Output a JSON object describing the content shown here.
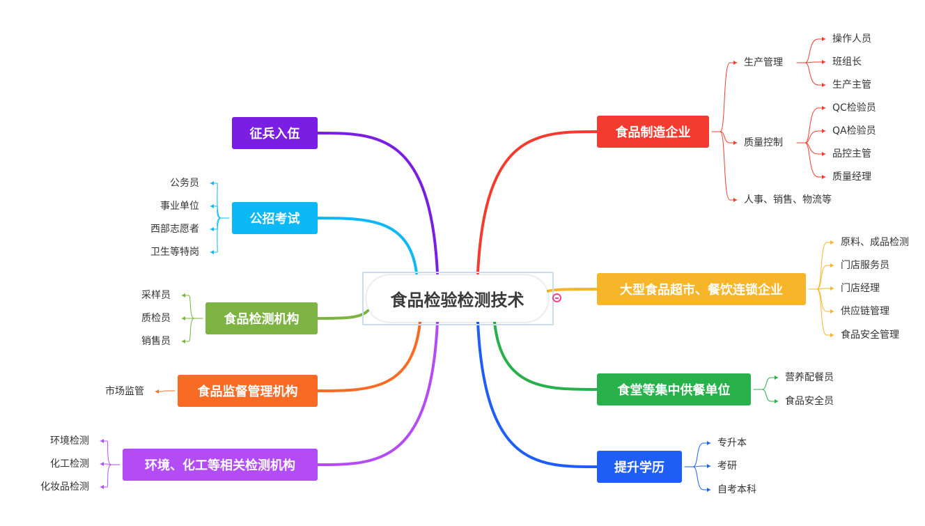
{
  "center": {
    "label": "食品检验检测技术",
    "collapse_icon": "minus-circle-icon"
  },
  "branches": [
    {
      "label": "食品制造企业",
      "color": "#f33b2f",
      "children": [
        {
          "label": "生产管理",
          "children": [
            {
              "label": "操作人员"
            },
            {
              "label": "班组长"
            },
            {
              "label": "生产主管"
            }
          ]
        },
        {
          "label": "质量控制",
          "children": [
            {
              "label": "QC检验员"
            },
            {
              "label": "QA检验员"
            },
            {
              "label": "品控主管"
            },
            {
              "label": "质量经理"
            }
          ]
        },
        {
          "label": "人事、销售、物流等"
        }
      ]
    },
    {
      "label": "大型食品超市、餐饮连锁企业",
      "color": "#f7b52a",
      "children": [
        {
          "label": "原料、成品检测"
        },
        {
          "label": "门店服务员"
        },
        {
          "label": "门店经理"
        },
        {
          "label": "供应链管理"
        },
        {
          "label": "食品安全管理"
        }
      ]
    },
    {
      "label": "食堂等集中供餐单位",
      "color": "#28b04a",
      "children": [
        {
          "label": "营养配餐员"
        },
        {
          "label": "食品安全员"
        }
      ]
    },
    {
      "label": "提升学历",
      "color": "#1f5ef5",
      "children": [
        {
          "label": "专升本"
        },
        {
          "label": "考研"
        },
        {
          "label": "自考本科"
        }
      ]
    },
    {
      "label": "征兵入伍",
      "color": "#7a1ee3",
      "children": []
    },
    {
      "label": "公招考试",
      "color": "#0cb8f5",
      "children": [
        {
          "label": "公务员"
        },
        {
          "label": "事业单位"
        },
        {
          "label": "西部志愿者"
        },
        {
          "label": "卫生等特岗"
        }
      ]
    },
    {
      "label": "食品检测机构",
      "color": "#7cb342",
      "children": [
        {
          "label": "采样员"
        },
        {
          "label": "质检员"
        },
        {
          "label": "销售员"
        }
      ]
    },
    {
      "label": "食品监督管理机构",
      "color": "#f96b25",
      "children": [
        {
          "label": "市场监管"
        }
      ]
    },
    {
      "label": "环境、化工等相关检测机构",
      "color": "#b44cf5",
      "children": [
        {
          "label": "环境检测"
        },
        {
          "label": "化工检测"
        },
        {
          "label": "化妆品检测"
        }
      ]
    }
  ]
}
